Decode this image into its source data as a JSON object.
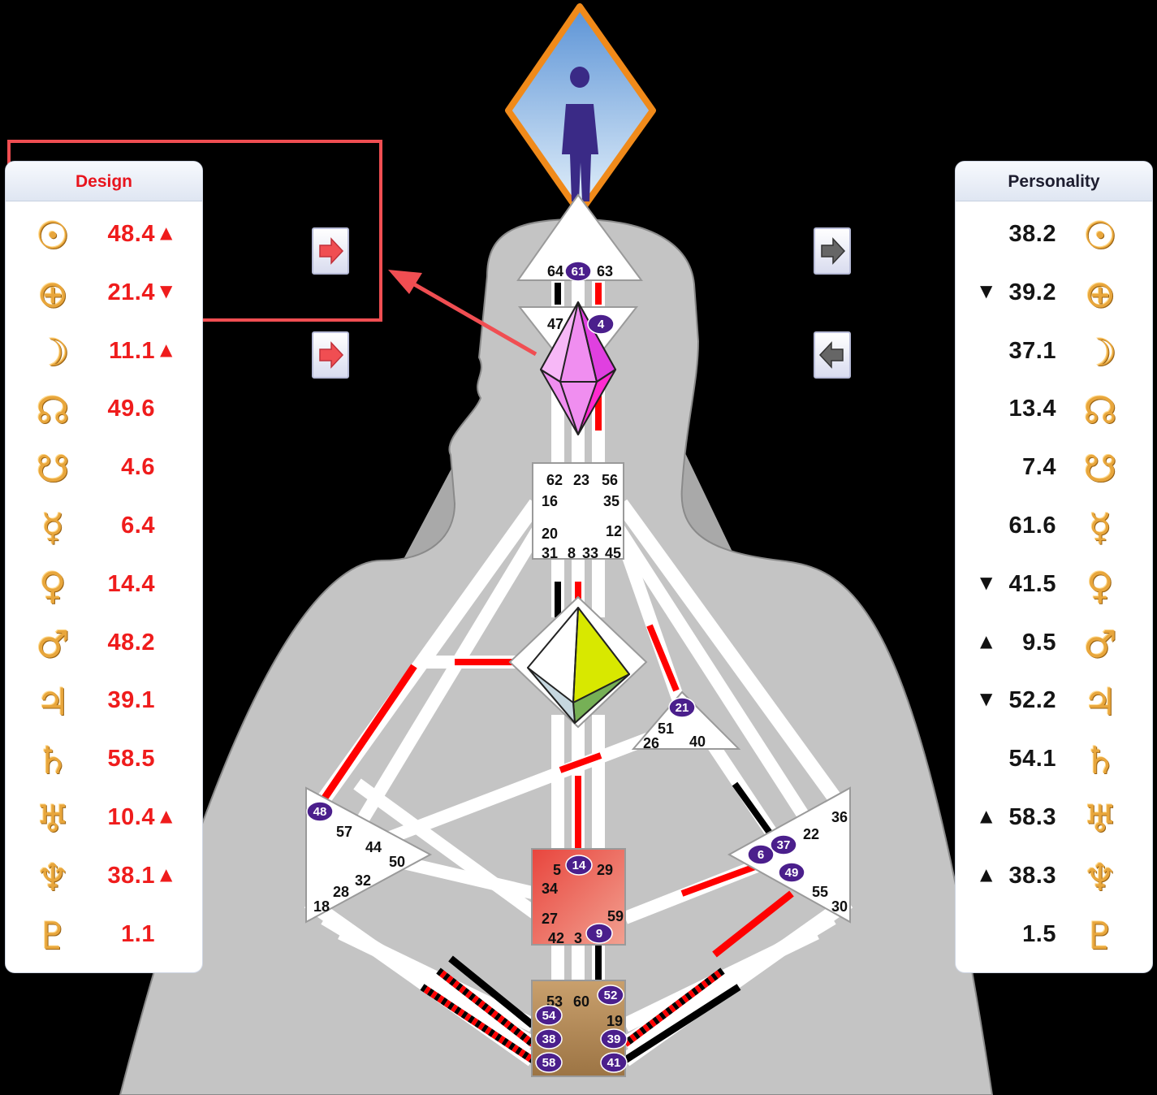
{
  "design": {
    "title": "Design",
    "rows": [
      {
        "glyph": "☉",
        "icon": "sun-icon",
        "value": "48.4",
        "arrow": "▲"
      },
      {
        "glyph": "⊕",
        "icon": "earth-icon",
        "value": "21.4",
        "arrow": "▼"
      },
      {
        "glyph": "☽",
        "icon": "moon-icon",
        "value": "11.1",
        "arrow": "▲"
      },
      {
        "glyph": "☊",
        "icon": "north-node-icon",
        "value": "49.6",
        "arrow": ""
      },
      {
        "glyph": "☋",
        "icon": "south-node-icon",
        "value": "4.6",
        "arrow": ""
      },
      {
        "glyph": "☿",
        "icon": "mercury-icon",
        "value": "6.4",
        "arrow": ""
      },
      {
        "glyph": "♀",
        "icon": "venus-icon",
        "value": "14.4",
        "arrow": ""
      },
      {
        "glyph": "♂",
        "icon": "mars-icon",
        "value": "48.2",
        "arrow": ""
      },
      {
        "glyph": "♃",
        "icon": "jupiter-icon",
        "value": "39.1",
        "arrow": ""
      },
      {
        "glyph": "♄",
        "icon": "saturn-icon",
        "value": "58.5",
        "arrow": ""
      },
      {
        "glyph": "♅",
        "icon": "uranus-icon",
        "value": "10.4",
        "arrow": "▲"
      },
      {
        "glyph": "♆",
        "icon": "neptune-icon",
        "value": "38.1",
        "arrow": "▲"
      },
      {
        "glyph": "♇",
        "icon": "pluto-icon",
        "value": "1.1",
        "arrow": ""
      }
    ]
  },
  "personality": {
    "title": "Personality",
    "rows": [
      {
        "glyph": "☉",
        "icon": "sun-icon",
        "value": "38.2",
        "arrow": ""
      },
      {
        "glyph": "⊕",
        "icon": "earth-icon",
        "value": "39.2",
        "arrow": "▼"
      },
      {
        "glyph": "☽",
        "icon": "moon-icon",
        "value": "37.1",
        "arrow": ""
      },
      {
        "glyph": "☊",
        "icon": "north-node-icon",
        "value": "13.4",
        "arrow": ""
      },
      {
        "glyph": "☋",
        "icon": "south-node-icon",
        "value": "7.4",
        "arrow": ""
      },
      {
        "glyph": "☿",
        "icon": "mercury-icon",
        "value": "61.6",
        "arrow": ""
      },
      {
        "glyph": "♀",
        "icon": "venus-icon",
        "value": "41.5",
        "arrow": "▼"
      },
      {
        "glyph": "♂",
        "icon": "mars-icon",
        "value": "9.5",
        "arrow": "▲"
      },
      {
        "glyph": "♃",
        "icon": "jupiter-icon",
        "value": "52.2",
        "arrow": "▼"
      },
      {
        "glyph": "♄",
        "icon": "saturn-icon",
        "value": "54.1",
        "arrow": ""
      },
      {
        "glyph": "♅",
        "icon": "uranus-icon",
        "value": "58.3",
        "arrow": "▲"
      },
      {
        "glyph": "♆",
        "icon": "neptune-icon",
        "value": "38.3",
        "arrow": "▲"
      },
      {
        "glyph": "♇",
        "icon": "pluto-icon",
        "value": "1.5",
        "arrow": ""
      }
    ]
  },
  "buttons": {
    "design_top": {
      "icon": "right-arrow-icon",
      "color": "#f04e52"
    },
    "design_bottom": {
      "icon": "right-arrow-icon",
      "color": "#f04e52"
    },
    "personality_top": {
      "icon": "right-arrow-icon",
      "color": "#555555"
    },
    "personality_bottom": {
      "icon": "left-arrow-icon",
      "color": "#555555"
    }
  },
  "bodygraph": {
    "gates": [
      {
        "id": "64",
        "active": false
      },
      {
        "id": "61",
        "active": true
      },
      {
        "id": "63",
        "active": false
      },
      {
        "id": "47",
        "active": false
      },
      {
        "id": "4",
        "active": true
      },
      {
        "id": "62",
        "active": false
      },
      {
        "id": "23",
        "active": false
      },
      {
        "id": "56",
        "active": false
      },
      {
        "id": "16",
        "active": false
      },
      {
        "id": "35",
        "active": false
      },
      {
        "id": "20",
        "active": false
      },
      {
        "id": "12",
        "active": false
      },
      {
        "id": "31",
        "active": false
      },
      {
        "id": "8",
        "active": false
      },
      {
        "id": "33",
        "active": false
      },
      {
        "id": "45",
        "active": false
      },
      {
        "id": "21",
        "active": true
      },
      {
        "id": "51",
        "active": false
      },
      {
        "id": "26",
        "active": false
      },
      {
        "id": "40",
        "active": false
      },
      {
        "id": "48",
        "active": true
      },
      {
        "id": "57",
        "active": false
      },
      {
        "id": "44",
        "active": false
      },
      {
        "id": "50",
        "active": false
      },
      {
        "id": "32",
        "active": false
      },
      {
        "id": "28",
        "active": false
      },
      {
        "id": "18",
        "active": false
      },
      {
        "id": "36",
        "active": false
      },
      {
        "id": "22",
        "active": false
      },
      {
        "id": "6",
        "active": true
      },
      {
        "id": "37",
        "active": true
      },
      {
        "id": "49",
        "active": true
      },
      {
        "id": "55",
        "active": false
      },
      {
        "id": "30",
        "active": false
      },
      {
        "id": "5",
        "active": false
      },
      {
        "id": "14",
        "active": true
      },
      {
        "id": "29",
        "active": false
      },
      {
        "id": "34",
        "active": false
      },
      {
        "id": "27",
        "active": false
      },
      {
        "id": "59",
        "active": false
      },
      {
        "id": "42",
        "active": false
      },
      {
        "id": "3",
        "active": false
      },
      {
        "id": "9",
        "active": true
      },
      {
        "id": "53",
        "active": false
      },
      {
        "id": "60",
        "active": false
      },
      {
        "id": "52",
        "active": true
      },
      {
        "id": "54",
        "active": true
      },
      {
        "id": "19",
        "active": false
      },
      {
        "id": "38",
        "active": true
      },
      {
        "id": "39",
        "active": true
      },
      {
        "id": "58",
        "active": true
      },
      {
        "id": "41",
        "active": true
      }
    ],
    "colors": {
      "design": "#ff0000",
      "personality": "#000000",
      "active_gate": "#4b1f8c",
      "sacral": "#e8564a",
      "root": "#b38a55",
      "head_frame": "#f08a1a"
    }
  }
}
